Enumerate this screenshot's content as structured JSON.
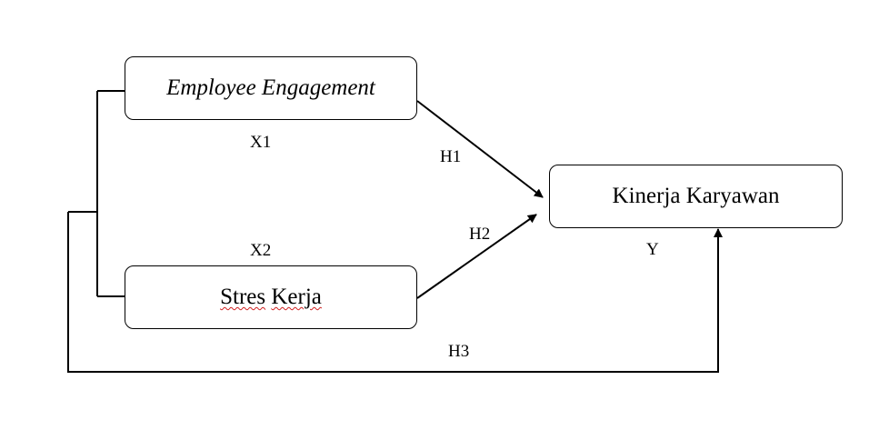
{
  "nodes": {
    "x1": {
      "label": "Employee Engagement",
      "code": "X1"
    },
    "x2": {
      "label_word1": "Stres",
      "label_word2": "Kerja",
      "code": "X2"
    },
    "y": {
      "label": "Kinerja Karyawan",
      "code": "Y"
    }
  },
  "hypotheses": {
    "h1": "H1",
    "h2": "H2",
    "h3": "H3"
  },
  "colors": {
    "line": "#000000",
    "spell_underline": "#d02020"
  }
}
